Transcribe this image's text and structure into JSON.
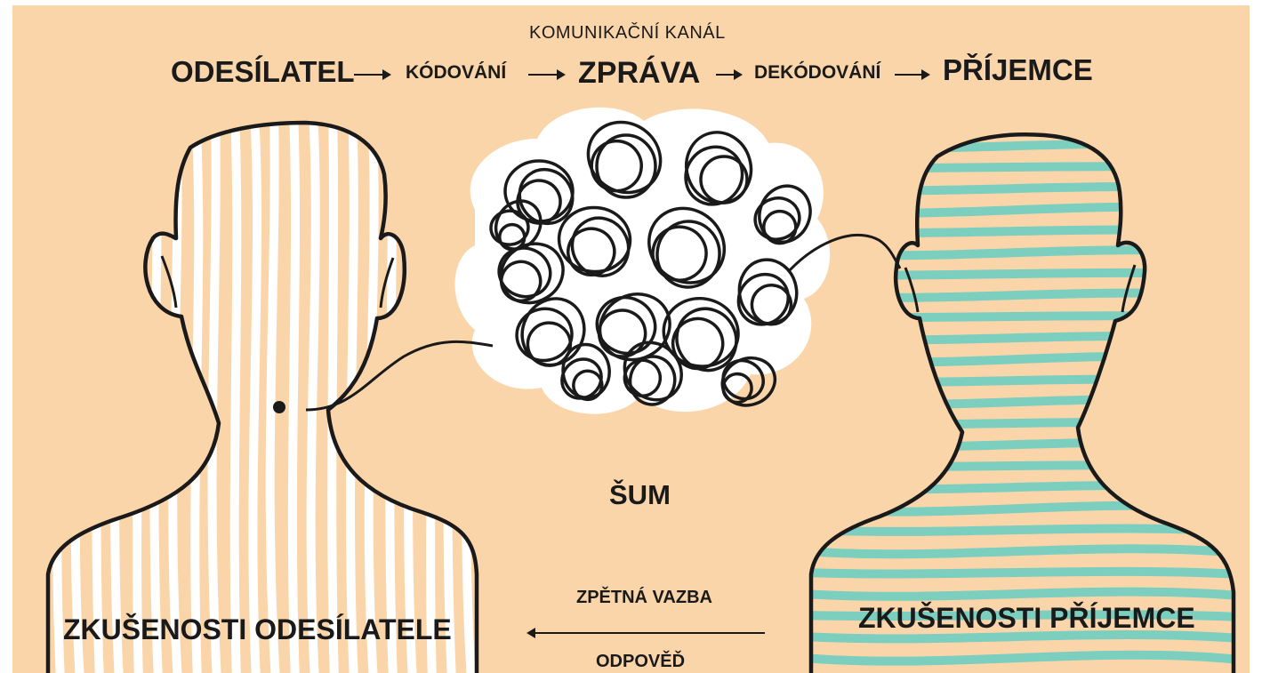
{
  "labels": {
    "channel": "KOMUNIKAČNÍ KANÁL",
    "sender": "ODESÍLATEL",
    "encoding": "KÓDOVÁNÍ",
    "message": "ZPRÁVA",
    "decoding": "DEKÓDOVÁNÍ",
    "receiver": "PŘÍJEMCE",
    "noise": "ŠUM",
    "feedback": "ZPĚTNÁ VAZBA",
    "response": "ODPOVĚĎ",
    "sender_experience": "ZKUŠENOSTI ODESÍLATELE",
    "receiver_experience": "ZKUŠENOSTI PŘÍJEMCE"
  },
  "colors": {
    "background": "#fbd5aa",
    "outline": "#1a1a1a",
    "sender_stripes": "#ffffff",
    "receiver_stripes": "#7ccfbf",
    "noise_halo": "#ffffff"
  },
  "icons": [
    "sender-head-silhouette",
    "receiver-head-silhouette",
    "noise-scribble-cloud"
  ]
}
